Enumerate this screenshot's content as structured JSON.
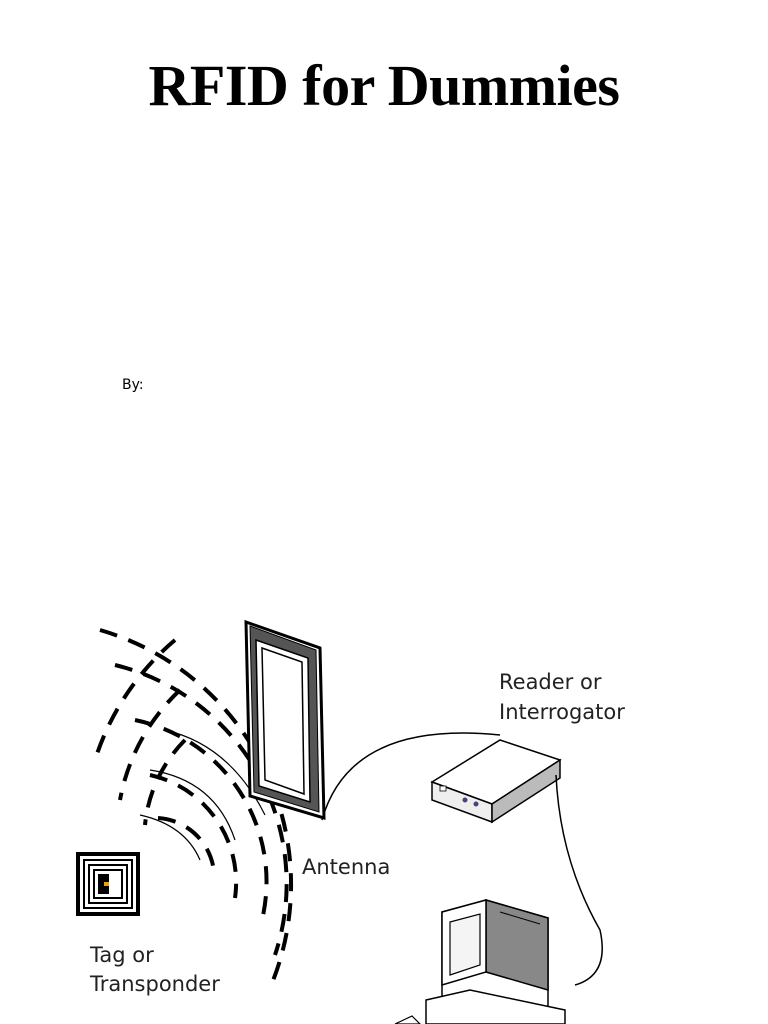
{
  "document": {
    "title": "RFID for Dummies",
    "byline": "By:"
  },
  "diagram": {
    "labels": {
      "reader_line1": "Reader or",
      "reader_line2": "Interrogator",
      "antenna": "Antenna",
      "tag_line1": "Tag or",
      "tag_line2": "Transponder"
    }
  }
}
